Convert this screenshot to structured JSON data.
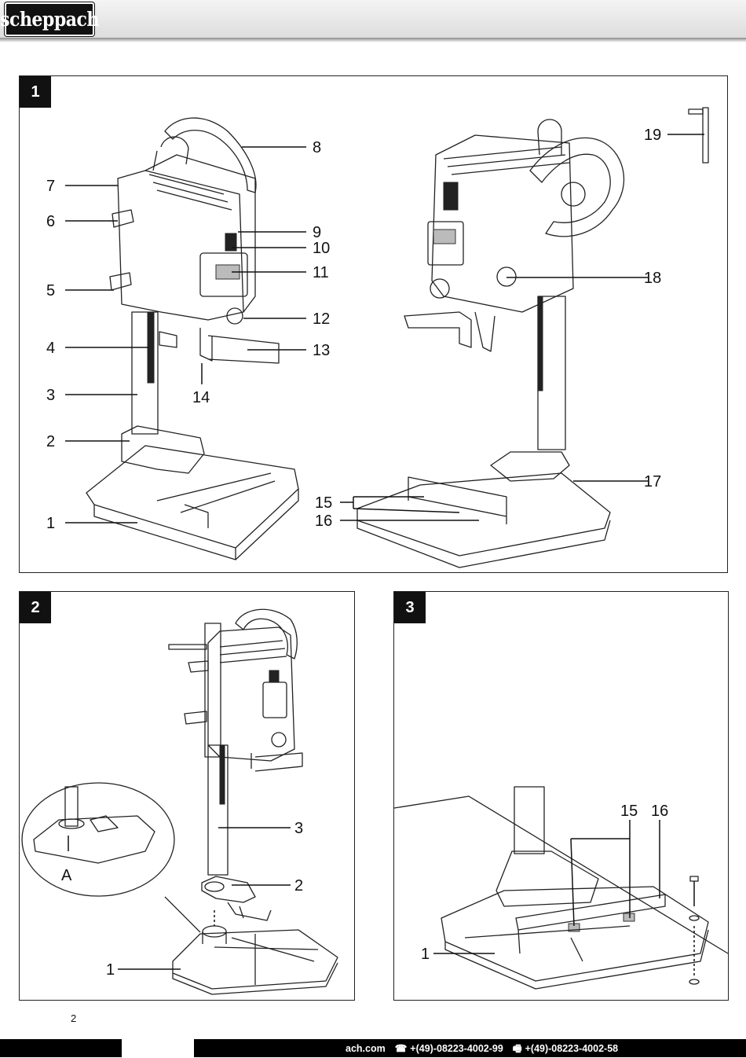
{
  "brand": {
    "logo_text": "scheppach"
  },
  "figures": [
    {
      "number": "1",
      "labels": [
        "8",
        "7",
        "6",
        "9",
        "10",
        "11",
        "5",
        "12",
        "4",
        "13",
        "3",
        "14",
        "2",
        "1",
        "19",
        "18",
        "17",
        "15",
        "16"
      ]
    },
    {
      "number": "2",
      "labels": [
        "3",
        "2",
        "A",
        "1"
      ]
    },
    {
      "number": "3",
      "labels": [
        "15",
        "16",
        "1"
      ]
    }
  ],
  "page_number": "2",
  "footer": {
    "website": "ach.com",
    "phone_icon": "phone-icon",
    "phone": "+(49)-08223-4002-99",
    "fax_icon": "fax-icon",
    "fax": "+(49)-08223-4002-58"
  }
}
